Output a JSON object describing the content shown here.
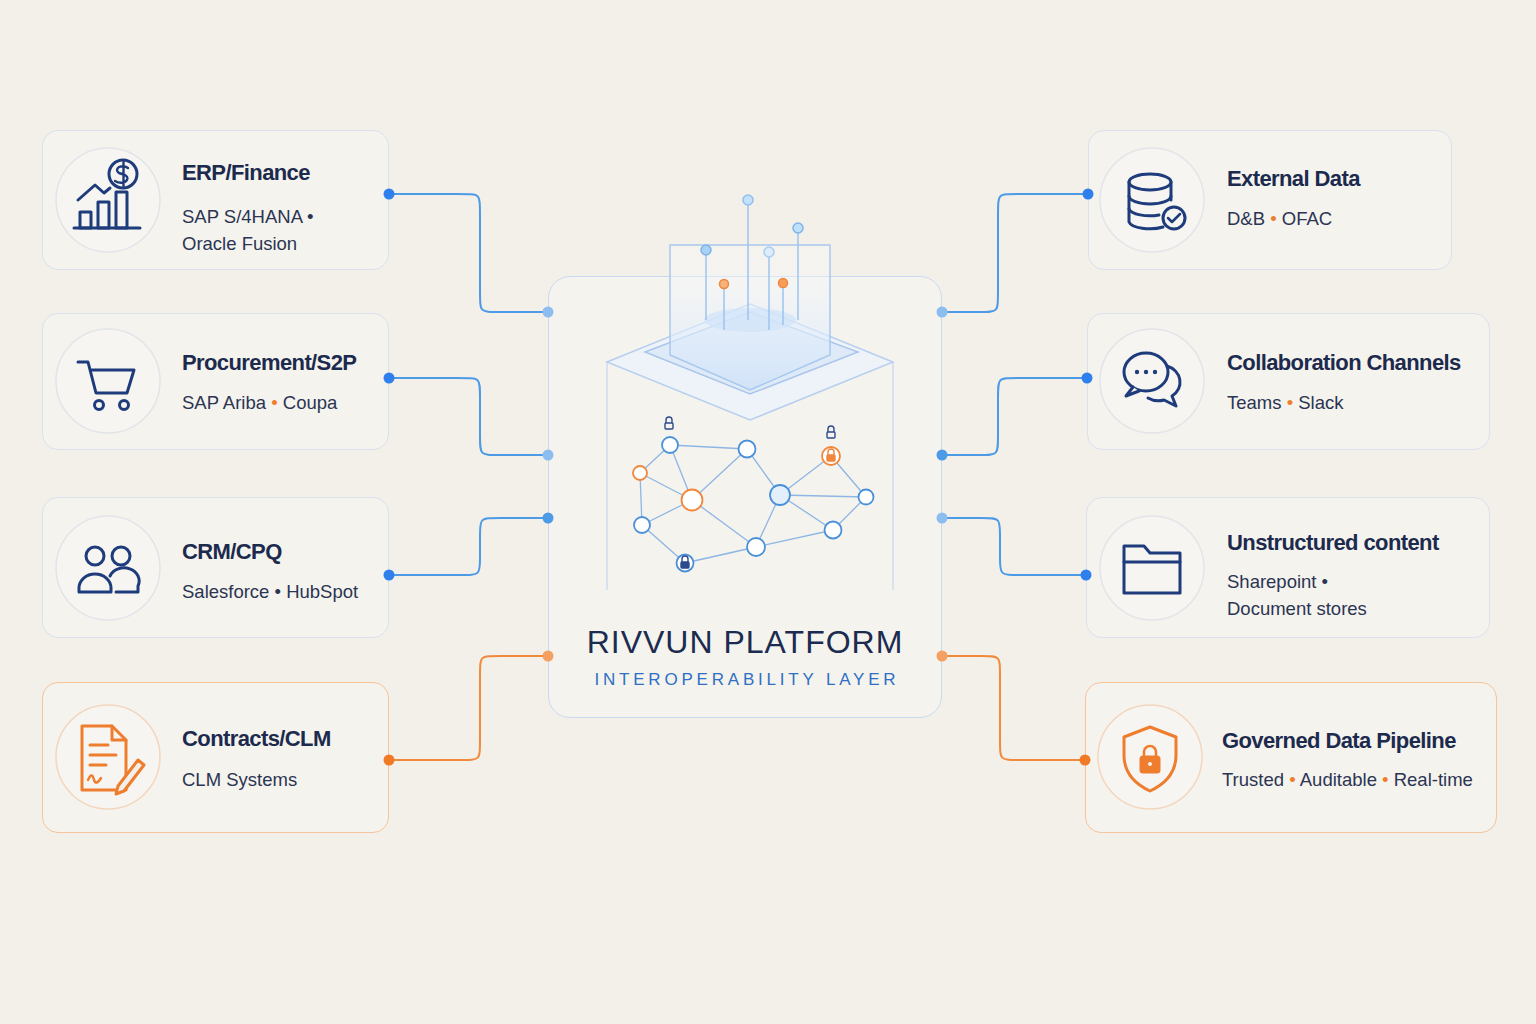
{
  "diagram": {
    "nodes": [
      {
        "text": [
          "ERP/Finance",
          "SAP S/4HANA • Oracle Fusion"
        ]
      },
      {
        "text": [
          "Procurement/S2P",
          "SAP Ariba • Coupa"
        ]
      },
      {
        "text": [
          "CRM/CPQ",
          "Salesforce • HubSpot"
        ]
      },
      {
        "text": [
          "Contracts/CLM",
          "CLM Systems"
        ]
      },
      {
        "text": [
          "RIVVUN PLATFORM",
          "INTEROPERABILITY LAYER"
        ]
      },
      {
        "text": [
          "External Data",
          "D&B • OFAC"
        ]
      },
      {
        "text": [
          "Collaboration Channels",
          "Teams • Slack"
        ]
      },
      {
        "text": [
          "Unstructured content",
          "Sharepoint • Document stores"
        ]
      },
      {
        "text": [
          "Governed Data Pipeline",
          "Trusted • Auditable • Real-time"
        ]
      }
    ],
    "edges": [
      {
        "from": 0,
        "to": 4,
        "arrow": "none"
      },
      {
        "from": 1,
        "to": 4,
        "arrow": "none"
      },
      {
        "from": 2,
        "to": 4,
        "arrow": "none"
      },
      {
        "from": 3,
        "to": 4,
        "arrow": "none"
      },
      {
        "from": 4,
        "to": 5,
        "arrow": "none"
      },
      {
        "from": 4,
        "to": 6,
        "arrow": "none"
      },
      {
        "from": 4,
        "to": 7,
        "arrow": "none"
      },
      {
        "from": 4,
        "to": 8,
        "arrow": "none"
      }
    ]
  }
}
